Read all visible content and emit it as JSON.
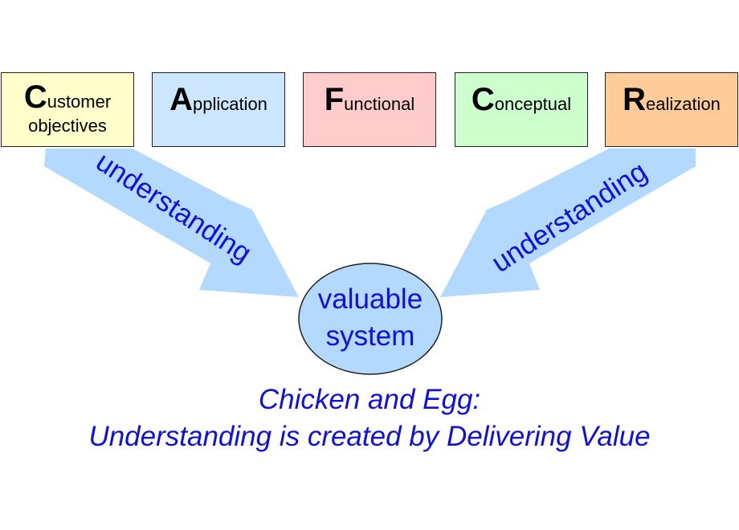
{
  "boxes": [
    {
      "id": "customer",
      "initial": "C",
      "rest": "ustomer",
      "line2": "objectives",
      "color": "#ffffcc"
    },
    {
      "id": "application",
      "initial": "A",
      "rest": "pplication",
      "line2": "",
      "color": "#cce6ff"
    },
    {
      "id": "functional",
      "initial": "F",
      "rest": "unctional",
      "line2": "",
      "color": "#ffcccc"
    },
    {
      "id": "conceptual",
      "initial": "C",
      "rest": "onceptual",
      "line2": "",
      "color": "#ccffcc"
    },
    {
      "id": "realization",
      "initial": "R",
      "rest": "ealization",
      "line2": "",
      "color": "#ffcc99"
    }
  ],
  "arrows": {
    "left_label": "understanding",
    "right_label": "understanding",
    "color": "#b3d9ff"
  },
  "center": {
    "line1": "valuable",
    "line2": "system",
    "fill": "#b3d9ff"
  },
  "caption": {
    "line1": "Chicken and Egg:",
    "line2": "Understanding is created by Delivering Value",
    "color": "#1010dd"
  }
}
